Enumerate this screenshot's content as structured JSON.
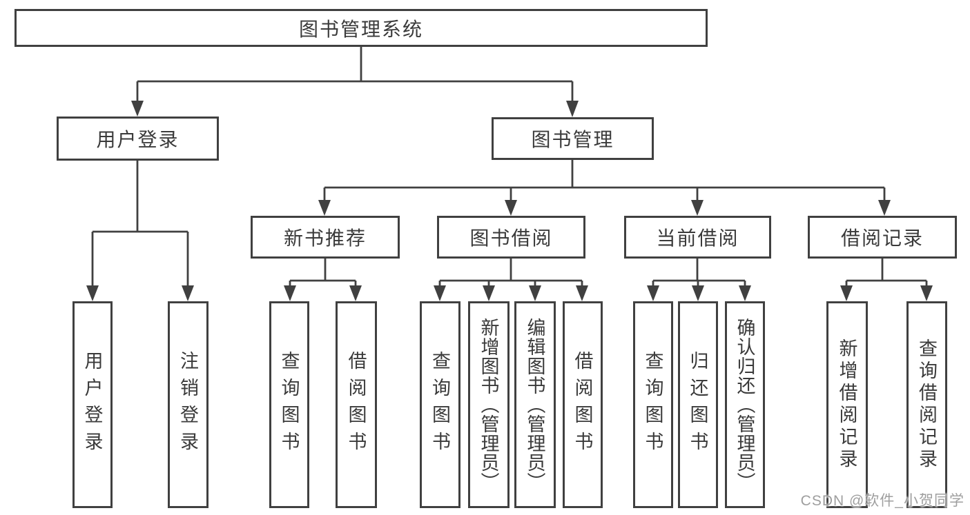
{
  "tree": {
    "label": "图书管理系统",
    "children": [
      {
        "label": "用户登录",
        "children": [
          {
            "label": "用户登录"
          },
          {
            "label": "注销登录"
          }
        ]
      },
      {
        "label": "图书管理",
        "children": [
          {
            "label": "新书推荐",
            "children": [
              {
                "label": "查询图书"
              },
              {
                "label": "借阅图书"
              }
            ]
          },
          {
            "label": "图书借阅",
            "children": [
              {
                "label": "查询图书"
              },
              {
                "label": "新增图书（管理员）"
              },
              {
                "label": "编辑图书（管理员）"
              },
              {
                "label": "借阅图书"
              }
            ]
          },
          {
            "label": "当前借阅",
            "children": [
              {
                "label": "查询图书"
              },
              {
                "label": "归还图书"
              },
              {
                "label": "确认归还（管理员）"
              }
            ]
          },
          {
            "label": "借阅记录",
            "children": [
              {
                "label": "新增借阅记录"
              },
              {
                "label": "查询借阅记录"
              }
            ]
          }
        ]
      }
    ]
  },
  "watermark": {
    "text": "CSDN @软件_小贺同学"
  },
  "colors": {
    "line": "#404040",
    "box_border": "#404040",
    "text": "#3a3a3a",
    "watermark": "#9e9e9e",
    "background": "#ffffff"
  }
}
